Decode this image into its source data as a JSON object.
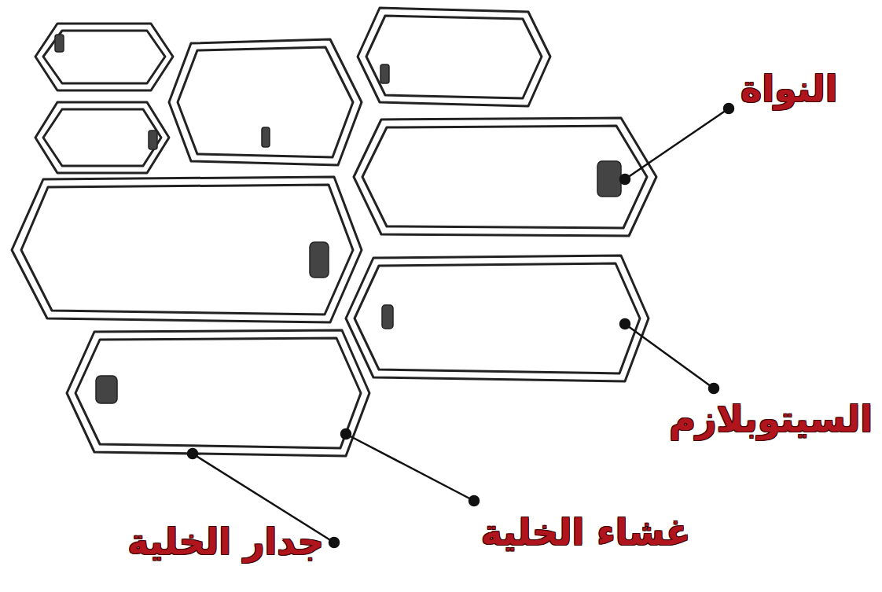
{
  "diagram": {
    "labels": [
      "النواة",
      "السيتوبلازم",
      "غشاء الخلية",
      "جدار الخلية"
    ]
  }
}
